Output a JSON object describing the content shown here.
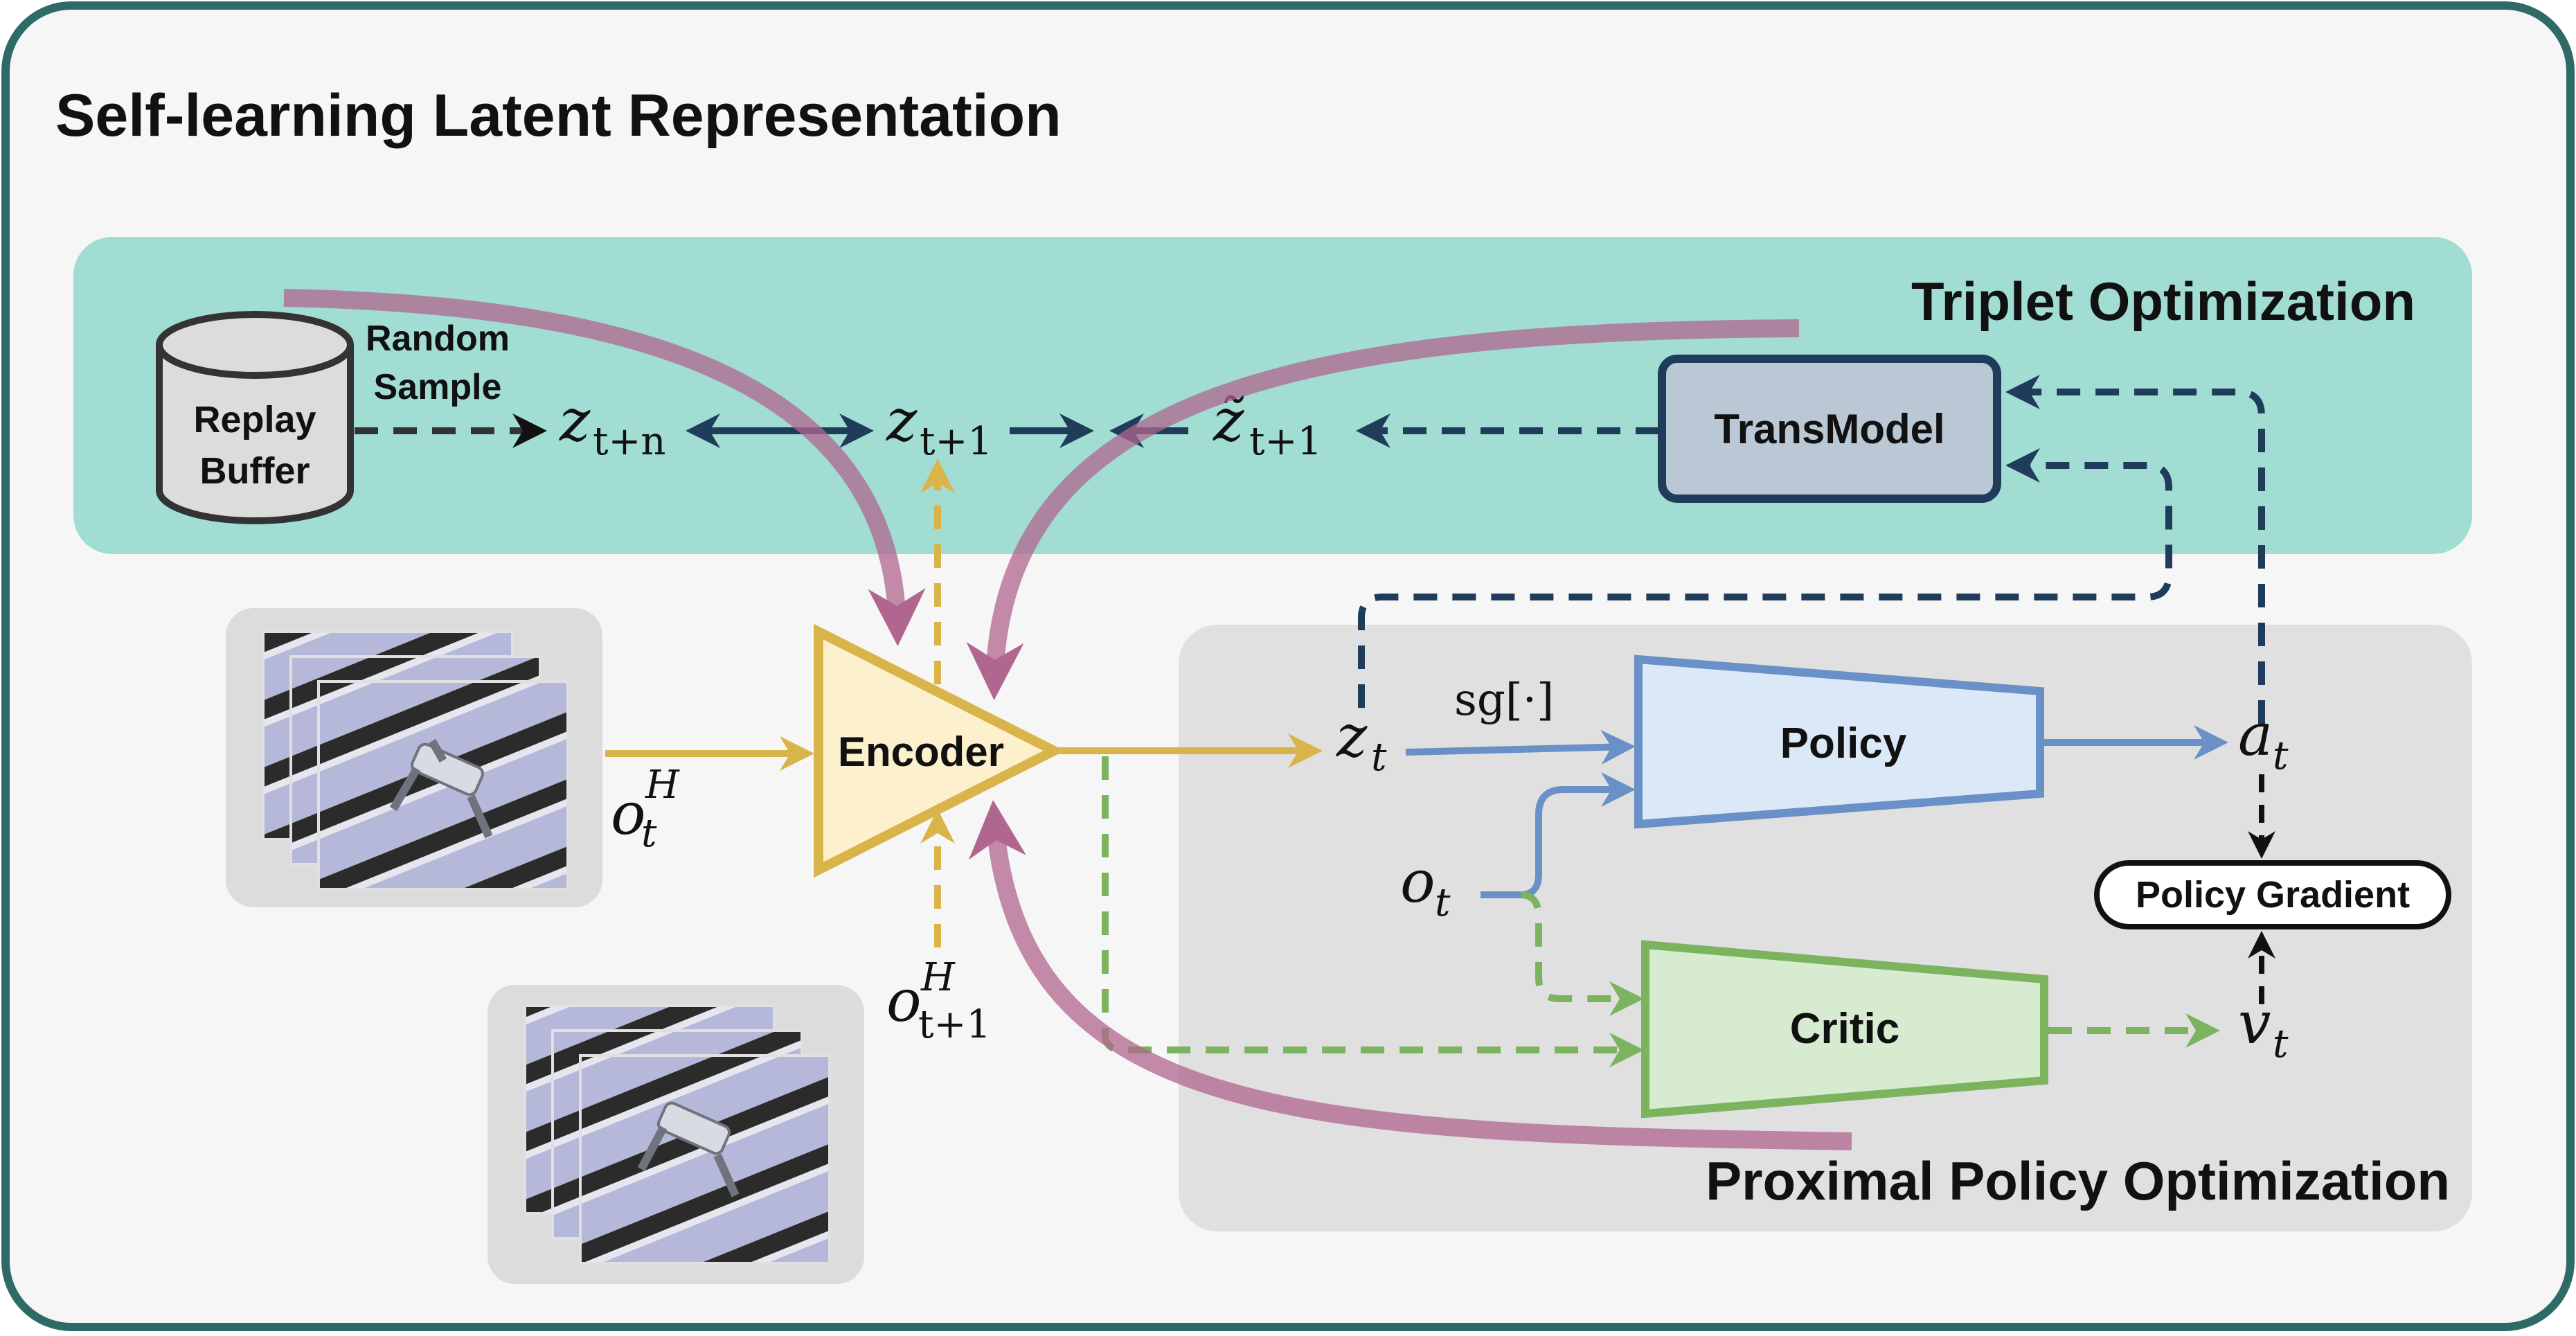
{
  "diagram_title": "Self-learning Latent Representation",
  "sections": {
    "triplet": "Triplet Optimization",
    "ppo": "Proximal Policy Optimization"
  },
  "nodes": {
    "replay_buffer": {
      "line1": "Replay",
      "line2": "Buffer"
    },
    "random_sample": {
      "line1": "Random",
      "line2": "Sample"
    },
    "transmodel": "TransModel",
    "encoder": "Encoder",
    "policy": "Policy",
    "critic": "Critic",
    "policy_gradient": "Policy Gradient"
  },
  "symbols": {
    "z_tn": {
      "base": "z",
      "sub": "t+n"
    },
    "z_t1": {
      "base": "z",
      "sub": "t+1"
    },
    "z_tilde_t1": {
      "base": "z̃",
      "sub": "t+1"
    },
    "z_t": {
      "base": "z",
      "sub": "t"
    },
    "o_tH": {
      "base": "o",
      "sup": "H",
      "sub": "t"
    },
    "o_t1H": {
      "base": "o",
      "sup": "H",
      "sub": "t+1"
    },
    "o_t": {
      "base": "o",
      "sub": "t"
    },
    "a_t": {
      "base": "a",
      "sub": "t"
    },
    "v_t": {
      "base": "v",
      "sub": "t"
    },
    "stop_grad": "sg[·]"
  },
  "colors": {
    "outer_border": "#2f6b66",
    "outer_bg": "#f6f6f6",
    "triplet_bg": "#a1ddd3",
    "ppo_bg": "#e0e0e0",
    "encoder_fill": "#fdf0cd",
    "encoder_stroke": "#d9b44a",
    "policy_fill": "#dbe8f8",
    "policy_stroke": "#6a90c8",
    "critic_fill": "#d6ebcf",
    "critic_stroke": "#7cb35f",
    "transmodel_fill": "#b9c8d4",
    "transmodel_stroke": "#1f3d5b",
    "dark_arrow": "#1f3d5b",
    "gradient_arrow": "#b0668e"
  }
}
